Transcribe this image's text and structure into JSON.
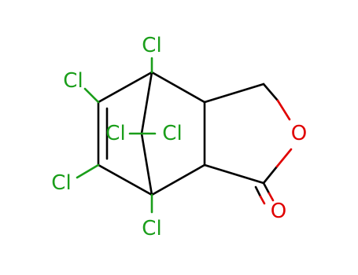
{
  "colors": {
    "carbon_bond": "#000000",
    "chlorine": "#1a9e1a",
    "oxygen": "#e00000",
    "background": "#ffffff"
  },
  "atoms": {
    "cl_top": "Cl",
    "cl_upper_left": "Cl",
    "cl_lower_left": "Cl",
    "cl_bridge_left": "Cl",
    "cl_bridge_right": "Cl",
    "cl_bottom": "Cl",
    "o_ring": "O",
    "o_carbonyl": "O"
  }
}
